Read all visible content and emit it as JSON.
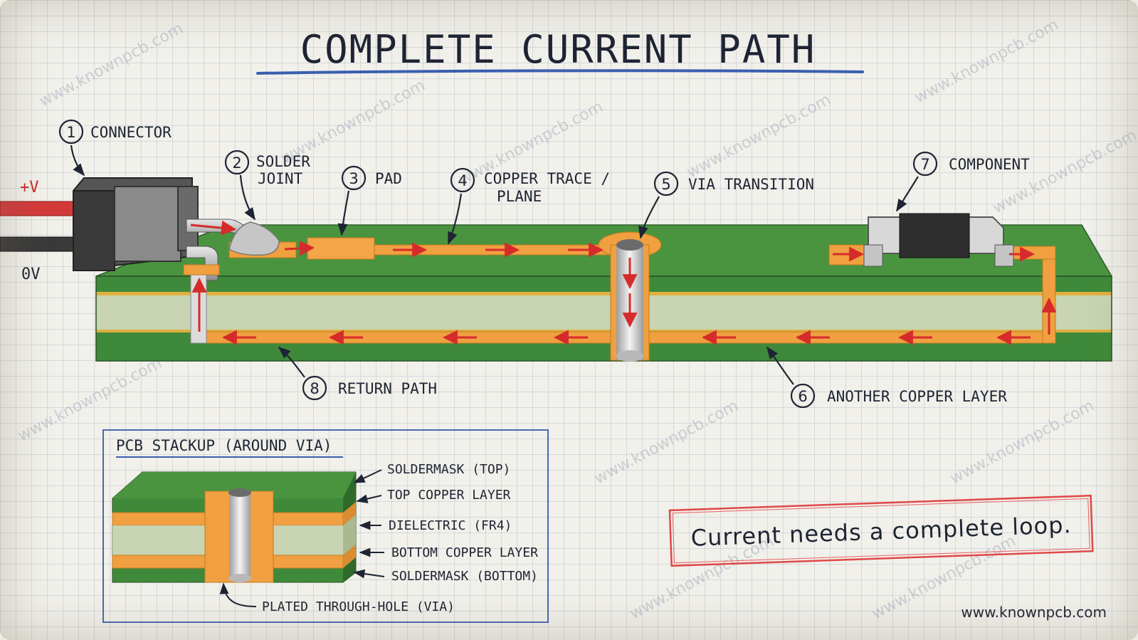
{
  "title": "COMPLETE CURRENT PATH",
  "supply": {
    "positive": "+V",
    "ground": "0V"
  },
  "steps": [
    {
      "num": "1",
      "label": "CONNECTOR"
    },
    {
      "num": "2",
      "label_line1": "SOLDER",
      "label_line2": "JOINT"
    },
    {
      "num": "3",
      "label": "PAD"
    },
    {
      "num": "4",
      "label_line1": "COPPER TRACE /",
      "label_line2": "PLANE"
    },
    {
      "num": "5",
      "label": "VIA TRANSITION"
    },
    {
      "num": "6",
      "label": "ANOTHER COPPER LAYER"
    },
    {
      "num": "7",
      "label": "COMPONENT"
    },
    {
      "num": "8",
      "label": "RETURN PATH"
    }
  ],
  "stackup": {
    "title": "PCB STACKUP (AROUND VIA)",
    "layers": [
      "SOLDERMASK (TOP)",
      "TOP COPPER LAYER",
      "DIELECTRIC (FR4)",
      "BOTTOM COPPER LAYER",
      "SOLDERMASK (BOTTOM)"
    ],
    "via_label": "PLATED THROUGH-HOLE (VIA)"
  },
  "callout": "Current needs a complete loop.",
  "watermark": "www.knownpcb.com",
  "footer_url": "www.knownpcb.com",
  "colors": {
    "soldermask": "#3f8a3a",
    "copper": "#f0a040",
    "fr4": "#c8d4b2",
    "arrow": "#d62b2b",
    "ink": "#1e2433",
    "title_underline": "#3a5fb0",
    "callout_border": "#e04848",
    "box_border": "#4a68b0"
  }
}
